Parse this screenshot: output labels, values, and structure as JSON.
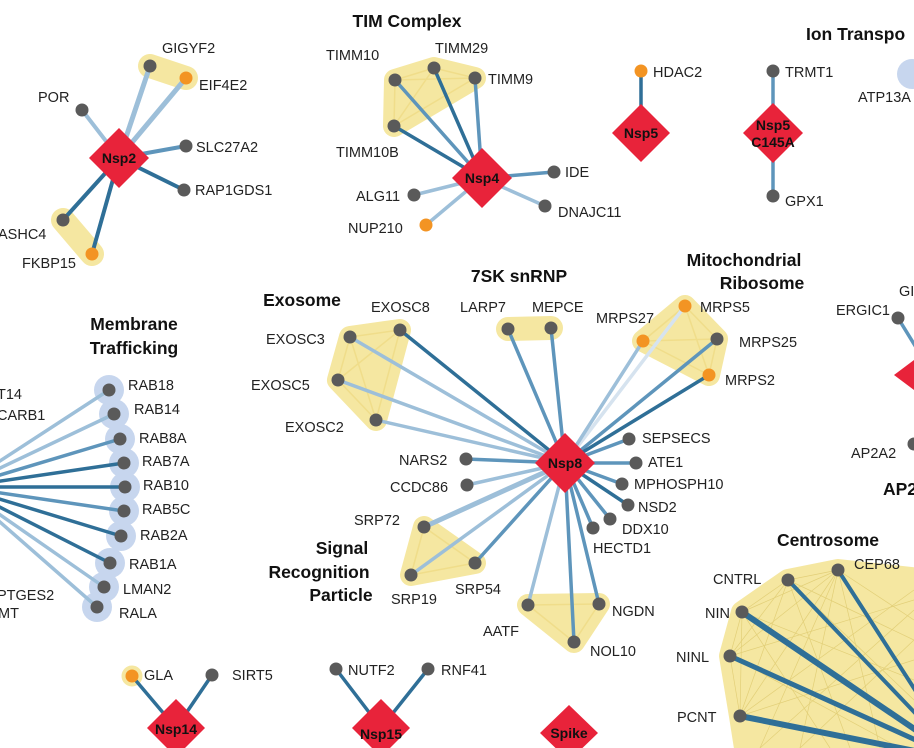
{
  "colors": {
    "viral": "#e8233a",
    "prey": "#5a5a5a",
    "drug_target": "#f39423",
    "complex_fill": "#f5e7a1",
    "membrane_fill": "#c7d6ee",
    "edge_dark": "#2f6f97",
    "edge_mid": "#5e95bb",
    "edge_light": "#9dbfd9",
    "mesh": "#e2cf78"
  },
  "groups": {
    "tim": "TIM Complex",
    "ion": "Ion Transpo",
    "exosome": "Exosome",
    "snrnp": "7SK snRNP",
    "mito_1": "Mitochondrial",
    "mito_2": "Ribosome",
    "membrane_1": "Membrane",
    "membrane_2": "Trafficking",
    "srp_1": "Signal",
    "srp_2": "Recognition",
    "srp_3": "Particle",
    "centrosome": "Centrosome",
    "ap2": "AP2"
  },
  "viral": {
    "nsp2": "Nsp2",
    "nsp4": "Nsp4",
    "nsp5": "Nsp5",
    "nsp5c_1": "Nsp5",
    "nsp5c_2": "C145A",
    "nsp8": "Nsp8",
    "nsp14": "Nsp14",
    "nsp15": "Nsp15",
    "spike": "Spike"
  },
  "prey": {
    "gigyf2": "GIGYF2",
    "eif4e2": "EIF4E2",
    "por": "POR",
    "slc27a2": "SLC27A2",
    "rap1gds1": "RAP1GDS1",
    "ashc4": "ASHC4",
    "fkbp15": "FKBP15",
    "timm10": "TIMM10",
    "timm29": "TIMM29",
    "timm9": "TIMM9",
    "timm10b": "TIMM10B",
    "ide": "IDE",
    "alg11": "ALG11",
    "dnajc11": "DNAJC11",
    "nup210": "NUP210",
    "hdac2": "HDAC2",
    "trmt1": "TRMT1",
    "gpx1": "GPX1",
    "atp13a": "ATP13A",
    "ergic1": "ERGIC1",
    "gl": "GI",
    "ap2a2": "AP2A2",
    "exosc8": "EXOSC8",
    "exosc3": "EXOSC3",
    "exosc5": "EXOSC5",
    "exosc2": "EXOSC2",
    "larp7": "LARP7",
    "mepce": "MEPCE",
    "mrps27": "MRPS27",
    "mrps5": "MRPS5",
    "mrps25": "MRPS25",
    "mrps2": "MRPS2",
    "sepsecs": "SEPSECS",
    "ate1": "ATE1",
    "mphosph10": "MPHOSPH10",
    "nsd2": "NSD2",
    "ddx10": "DDX10",
    "hectd1": "HECTD1",
    "nars2": "NARS2",
    "ccdc86": "CCDC86",
    "srp72": "SRP72",
    "srp19": "SRP19",
    "srp54": "SRP54",
    "ngdn": "NGDN",
    "aatf": "AATF",
    "nol10": "NOL10",
    "t14": "T14",
    "carb1": "CARB1",
    "rab18": "RAB18",
    "rab14": "RAB14",
    "rab8a": "RAB8A",
    "rab7a": "RAB7A",
    "rab10": "RAB10",
    "rab5c": "RAB5C",
    "rab2a": "RAB2A",
    "rab1a": "RAB1A",
    "lman2": "LMAN2",
    "ptges2": "PTGES2",
    "mt": "MT",
    "rala": "RALA",
    "gla": "GLA",
    "sirt5": "SIRT5",
    "nutf2": "NUTF2",
    "rnf41": "RNF41",
    "cntrl": "CNTRL",
    "cep68": "CEP68",
    "nin": "NIN",
    "ninl": "NINL",
    "pcnt": "PCNT"
  }
}
